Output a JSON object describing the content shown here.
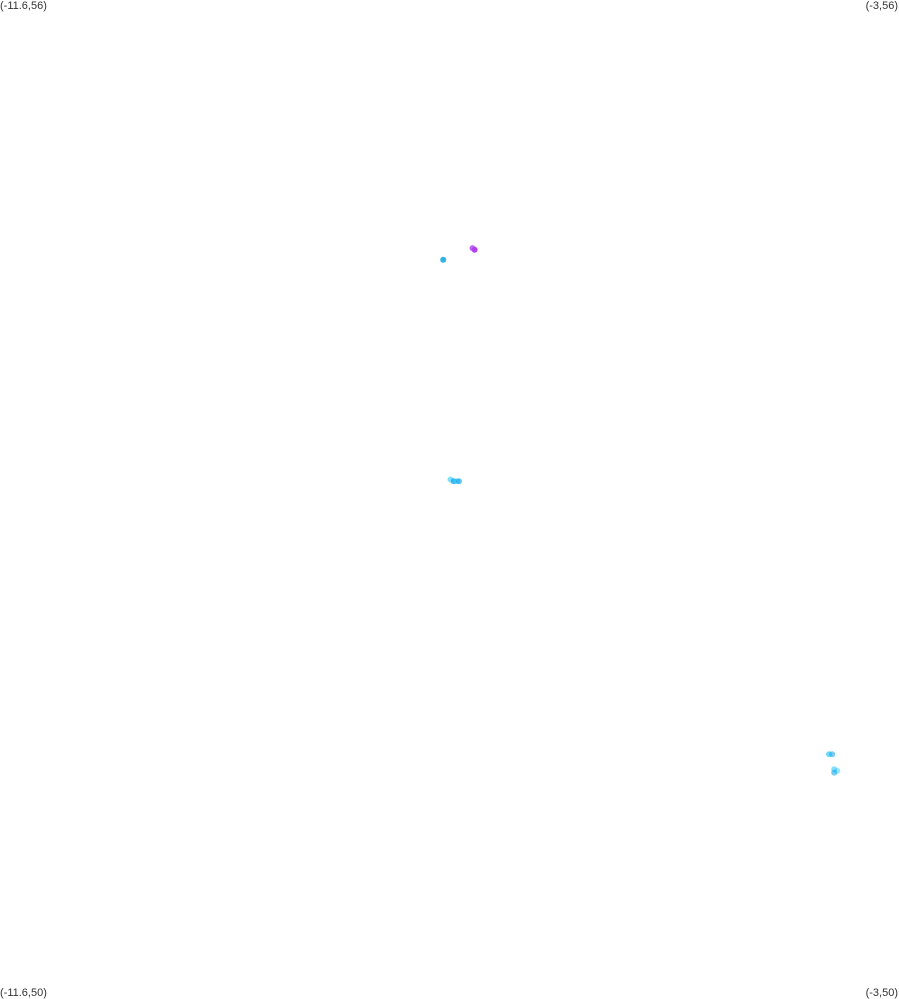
{
  "map": {
    "corners": {
      "top_left": "(-11.6,56)",
      "top_right": "(-3,56)",
      "bottom_left": "(-11.6,50)",
      "bottom_right": "(-3,50)"
    },
    "extent": {
      "lon_min": -11.6,
      "lon_max": -3,
      "lat_min": 50,
      "lat_max": 56
    },
    "colors": {
      "background": "#ffffff",
      "cyan": "#33ccff",
      "cyan_dark": "#1aa8e6",
      "purple": "#b040f0"
    },
    "points": [
      {
        "id": "purple-1",
        "lon": -7.06,
        "lat": 54.5,
        "color": "#b040f0",
        "opacity": 1.0
      },
      {
        "id": "purple-2",
        "lon": -7.08,
        "lat": 54.51,
        "color": "#b040f0",
        "opacity": 0.8
      },
      {
        "id": "cyan-a1",
        "lon": -7.36,
        "lat": 54.44,
        "color": "#1aa8e6",
        "opacity": 0.9
      },
      {
        "id": "cyan-b1",
        "lon": -7.29,
        "lat": 53.12,
        "color": "#33ccff",
        "opacity": 0.6
      },
      {
        "id": "cyan-b2",
        "lon": -7.26,
        "lat": 53.11,
        "color": "#1aa8e6",
        "opacity": 0.8
      },
      {
        "id": "cyan-b3",
        "lon": -7.23,
        "lat": 53.11,
        "color": "#33ccff",
        "opacity": 0.6
      },
      {
        "id": "cyan-b4",
        "lon": -7.21,
        "lat": 53.11,
        "color": "#1aa8e6",
        "opacity": 0.7
      },
      {
        "id": "cyan-c1",
        "lon": -3.67,
        "lat": 51.47,
        "color": "#33ccff",
        "opacity": 0.7
      },
      {
        "id": "cyan-c2",
        "lon": -3.64,
        "lat": 51.47,
        "color": "#1aa8e6",
        "opacity": 0.6
      },
      {
        "id": "cyan-c3",
        "lon": -3.62,
        "lat": 51.38,
        "color": "#33ccff",
        "opacity": 0.6
      },
      {
        "id": "cyan-c4",
        "lon": -3.59,
        "lat": 51.37,
        "color": "#33ccff",
        "opacity": 0.5
      },
      {
        "id": "cyan-c5",
        "lon": -3.62,
        "lat": 51.36,
        "color": "#1aa8e6",
        "opacity": 0.6
      }
    ]
  }
}
